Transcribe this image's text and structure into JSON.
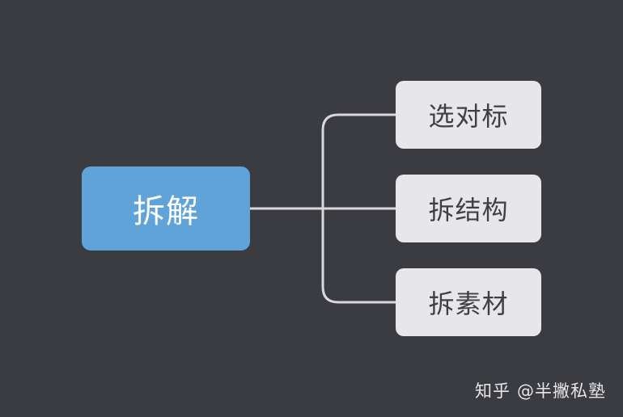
{
  "diagram": {
    "root": {
      "label": "拆解"
    },
    "children": [
      {
        "label": "选对标"
      },
      {
        "label": "拆结构"
      },
      {
        "label": "拆素材"
      }
    ]
  },
  "watermark": {
    "site": "知乎",
    "author": "@半撇私塾"
  },
  "colors": {
    "background": "#3b3c42",
    "root_fill": "#5fa3d9",
    "child_fill": "#e7e7ea",
    "connector": "#d9d9dc",
    "root_text": "#ffffff",
    "child_text": "#3f3f46"
  }
}
